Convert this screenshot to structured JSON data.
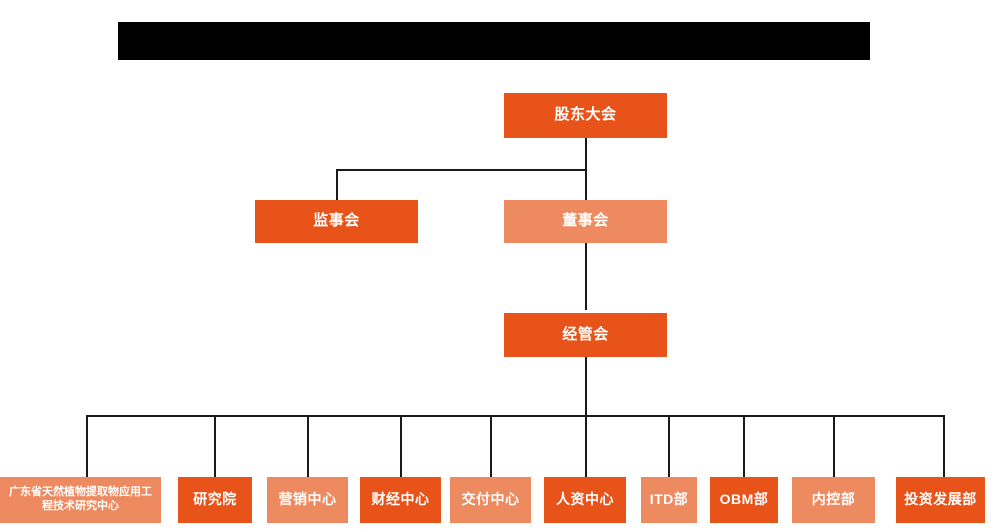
{
  "page": {
    "title_bar": {
      "name": "redacted-title-bar",
      "text": "",
      "color": "#000000"
    },
    "background_color": "#ffffff",
    "line_color": "#1a1a1a"
  },
  "palette": {
    "dark_orange": "#e8531a",
    "light_orange": "#ed8a5f",
    "text_color": "#ffffff"
  },
  "org_chart": {
    "type": "organization-chart",
    "levels": [
      {
        "level": 1,
        "nodes": [
          {
            "id": "shareholders-meeting",
            "label": "股东大会",
            "shade": "dark"
          }
        ]
      },
      {
        "level": 2,
        "nodes": [
          {
            "id": "board-of-supervisors",
            "label": "监事会",
            "shade": "dark"
          },
          {
            "id": "board-of-directors",
            "label": "董事会",
            "shade": "light"
          }
        ]
      },
      {
        "level": 3,
        "nodes": [
          {
            "id": "management-committee",
            "label": "经管会",
            "shade": "dark"
          }
        ]
      },
      {
        "level": 4,
        "nodes": [
          {
            "id": "guangdong-research-center",
            "label": "广东省天然植物提取物应用工程技术研究中心",
            "shade": "light"
          },
          {
            "id": "research-institute",
            "label": "研究院",
            "shade": "dark"
          },
          {
            "id": "marketing-center",
            "label": "营销中心",
            "shade": "light"
          },
          {
            "id": "finance-center",
            "label": "财经中心",
            "shade": "dark"
          },
          {
            "id": "delivery-center",
            "label": "交付中心",
            "shade": "light"
          },
          {
            "id": "hr-center",
            "label": "人资中心",
            "shade": "dark"
          },
          {
            "id": "itd-department",
            "label": "ITD部",
            "shade": "light"
          },
          {
            "id": "obm-department",
            "label": "OBM部",
            "shade": "dark"
          },
          {
            "id": "internal-control-department",
            "label": "内控部",
            "shade": "light"
          },
          {
            "id": "investment-development-department",
            "label": "投资发展部",
            "shade": "dark"
          }
        ]
      }
    ],
    "node_labels": {
      "shareholders_meeting": "股东大会",
      "board_of_supervisors": "监事会",
      "board_of_directors": "董事会",
      "management_committee": "经管会",
      "guangdong_research_center": "广东省天然植物提取物应用工程技术研究中心",
      "research_institute": "研究院",
      "marketing_center": "营销中心",
      "finance_center": "财经中心",
      "delivery_center": "交付中心",
      "hr_center": "人资中心",
      "itd_department": "ITD部",
      "obm_department": "OBM部",
      "internal_control_department": "内控部",
      "investment_development_department": "投资发展部"
    }
  }
}
